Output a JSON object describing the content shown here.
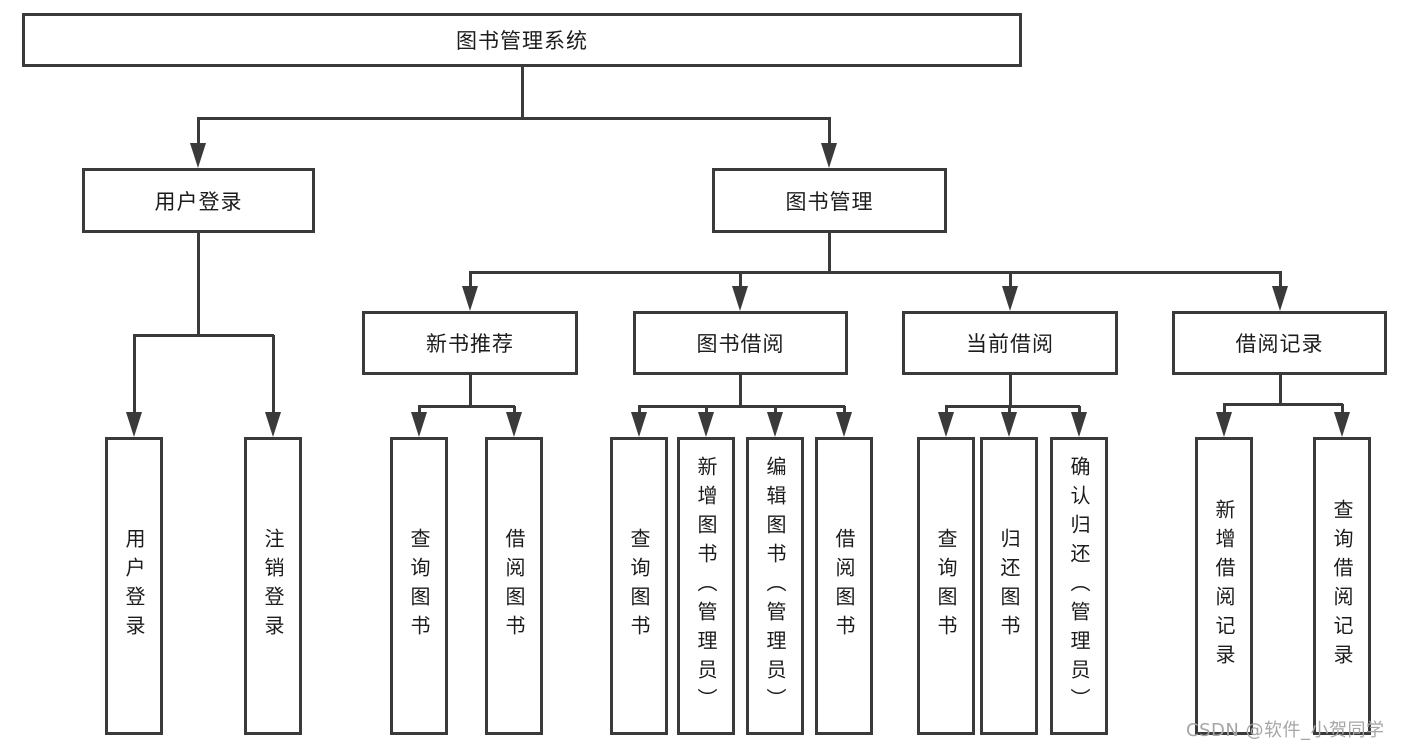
{
  "diagram": {
    "type": "hierarchy-tree",
    "watermark": "CSDN @软件_小贺同学",
    "colors": {
      "background": "#ffffff",
      "line": "#3a3a3a",
      "box_border": "#3a3a3a",
      "text": "#1c1c1c",
      "watermark": "#a6a6a6"
    },
    "root": {
      "label": "图书管理系统",
      "children": [
        {
          "label": "用户登录",
          "children": [
            {
              "label": "用户登录"
            },
            {
              "label": "注销登录"
            }
          ]
        },
        {
          "label": "图书管理",
          "children": [
            {
              "label": "新书推荐",
              "children": [
                {
                  "label": "查询图书"
                },
                {
                  "label": "借阅图书"
                }
              ]
            },
            {
              "label": "图书借阅",
              "children": [
                {
                  "label": "查询图书"
                },
                {
                  "label": "新增图书（管理员）"
                },
                {
                  "label": "编辑图书（管理员）"
                },
                {
                  "label": "借阅图书"
                }
              ]
            },
            {
              "label": "当前借阅",
              "children": [
                {
                  "label": "查询图书"
                },
                {
                  "label": "归还图书"
                },
                {
                  "label": "确认归还（管理员）"
                }
              ]
            },
            {
              "label": "借阅记录",
              "children": [
                {
                  "label": "新增借阅记录"
                },
                {
                  "label": "查询借阅记录"
                }
              ]
            }
          ]
        }
      ]
    }
  }
}
